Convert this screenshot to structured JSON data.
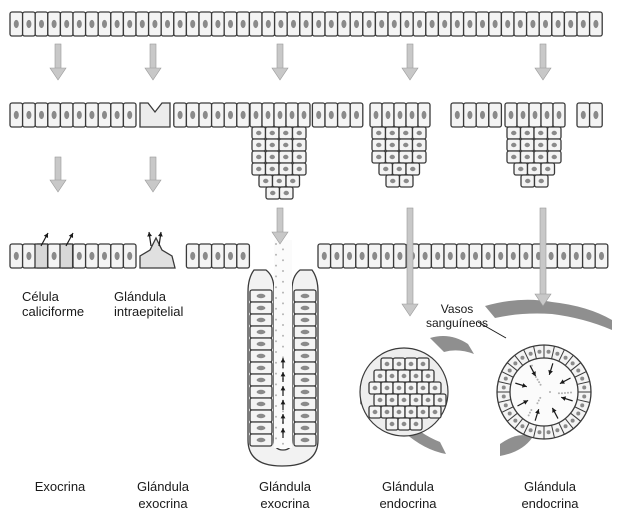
{
  "labels": {
    "goblet_cell": [
      "Célula",
      "caliciforme"
    ],
    "intraepithelial_gland": [
      "Glándula",
      "intraepitelial"
    ],
    "blood_vessels": [
      "Vasos",
      "sanguíneos"
    ]
  },
  "captions": [
    [
      "Exocrina",
      ""
    ],
    [
      "Glándula",
      "exocrina"
    ],
    [
      "Glándula",
      "exocrina"
    ],
    [
      "Glándula",
      "endocrina"
    ],
    [
      "Glándula",
      "endocrina"
    ]
  ],
  "colors": {
    "cell_fill": "#f4f4f4",
    "cell_stroke": "#3a3a3a",
    "nucleus": "#8a8a8a",
    "arrow": "#c8c8c8",
    "vessel": "#8f8f8f"
  }
}
